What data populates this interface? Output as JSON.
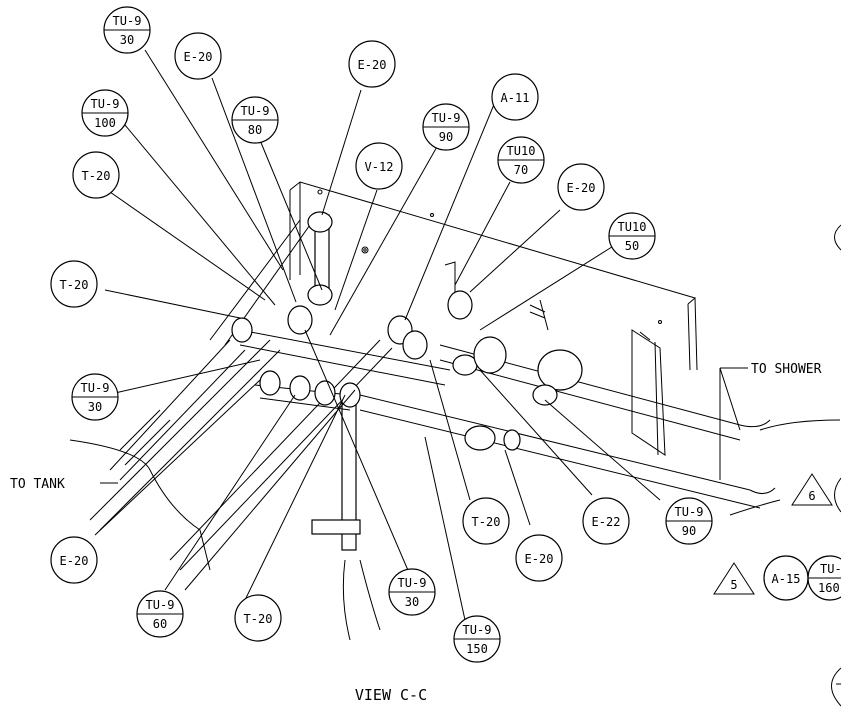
{
  "view_title": "VIEW C-C",
  "notes": {
    "to_shower": "TO SHOWER",
    "to_tank": "TO TANK"
  },
  "callouts": [
    {
      "id": "c1",
      "top": "TU-9",
      "bottom": "30"
    },
    {
      "id": "c2",
      "top": "E-20"
    },
    {
      "id": "c3",
      "top": "E-20"
    },
    {
      "id": "c4",
      "top": "TU-9",
      "bottom": "100"
    },
    {
      "id": "c5",
      "top": "TU-9",
      "bottom": "80"
    },
    {
      "id": "c6",
      "top": "A-11"
    },
    {
      "id": "c7",
      "top": "TU-9",
      "bottom": "90"
    },
    {
      "id": "c8",
      "top": "V-12"
    },
    {
      "id": "c9",
      "top": "TU10",
      "bottom": "70"
    },
    {
      "id": "c10",
      "top": "T-20"
    },
    {
      "id": "c11",
      "top": "E-20"
    },
    {
      "id": "c12",
      "top": "TU10",
      "bottom": "50"
    },
    {
      "id": "c13",
      "top": "T-20"
    },
    {
      "id": "c14",
      "top": "TU-9",
      "bottom": "30"
    },
    {
      "id": "c15",
      "top": "E-20"
    },
    {
      "id": "c16",
      "top": "TU-9",
      "bottom": "60"
    },
    {
      "id": "c17",
      "top": "T-20"
    },
    {
      "id": "c18",
      "top": "TU-9",
      "bottom": "30"
    },
    {
      "id": "c19",
      "top": "TU-9",
      "bottom": "150"
    },
    {
      "id": "c20",
      "top": "T-20"
    },
    {
      "id": "c21",
      "top": "E-20"
    },
    {
      "id": "c22",
      "top": "E-22"
    },
    {
      "id": "c23",
      "top": "TU-9",
      "bottom": "90"
    },
    {
      "id": "c24",
      "top": "A-15"
    },
    {
      "id": "c25",
      "top": "TU-",
      "bottom": "160"
    }
  ],
  "flags": [
    "6",
    "5"
  ]
}
